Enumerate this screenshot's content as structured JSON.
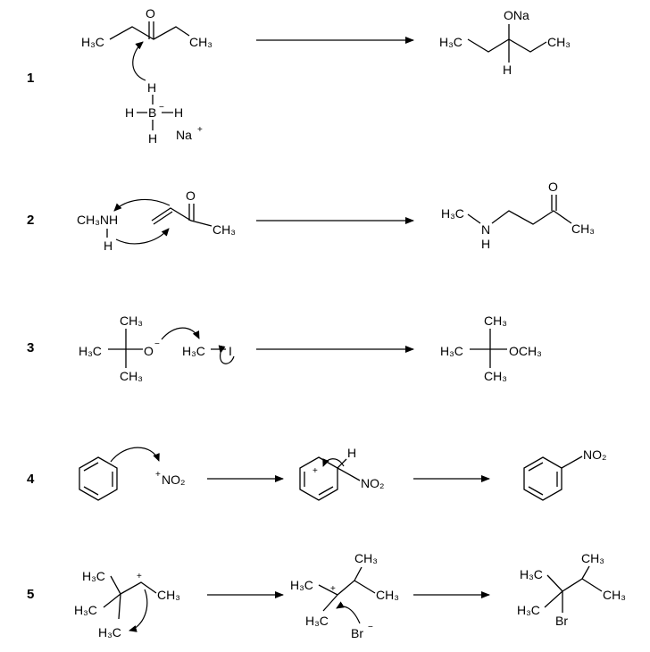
{
  "reactions": [
    {
      "number": "1",
      "reactant": {
        "left": "H₃C",
        "oxygen": "O",
        "right": "CH₃"
      },
      "reagent": {
        "h_top": "H",
        "h_left": "H",
        "boron": "B",
        "charge": "−",
        "h_right": "H",
        "h_bottom": "H",
        "counterion": "Na",
        "counterion_charge": "+"
      },
      "product": {
        "top": "ONa",
        "left": "H₃C",
        "right": "CH₃",
        "bottom": "H"
      }
    },
    {
      "number": "2",
      "nucleophile": {
        "label": "CH₃NH",
        "h": "H"
      },
      "reactant": {
        "oxygen": "O",
        "right": "CH₃"
      },
      "product": {
        "left": "H₃C",
        "nitrogen": "N",
        "h": "H",
        "oxygen": "O",
        "right": "CH₃"
      }
    },
    {
      "number": "3",
      "alkoxide": {
        "top": "CH₃",
        "left": "H₃C",
        "bottom": "CH₃",
        "oxygen": "O",
        "charge": "−"
      },
      "alkyl_halide": {
        "carbon": "H₃C",
        "halogen": "I"
      },
      "product": {
        "top": "CH₃",
        "left": "H₃C",
        "right": "OCH₃",
        "bottom": "CH₃"
      }
    },
    {
      "number": "4",
      "electrophile": {
        "charge": "+",
        "label": "NO₂"
      },
      "intermediate": {
        "h": "H",
        "substituent": "NO₂",
        "charge": "+"
      },
      "product": {
        "substituent": "NO₂"
      }
    },
    {
      "number": "5",
      "reactant": {
        "me1": "H₃C",
        "me2": "H₃C",
        "me3": "H₃C",
        "right": "CH₃",
        "charge": "+"
      },
      "intermediate": {
        "top": "CH₃",
        "left": "H₃C",
        "right": "CH₃",
        "bottom": "H₃C",
        "charge": "+",
        "bromide": "Br",
        "bromide_charge": "−"
      },
      "product": {
        "top": "CH₃",
        "left": "H₃C",
        "right": "CH₃",
        "bottom": "H₃C",
        "bromine": "Br"
      }
    }
  ]
}
